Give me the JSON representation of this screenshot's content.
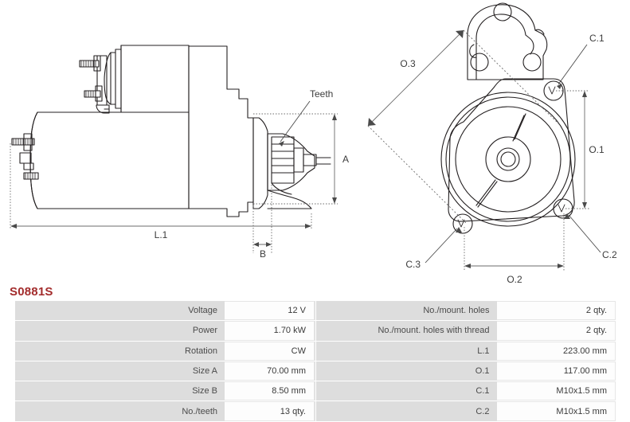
{
  "part": {
    "code": "S0881S",
    "code_color": "#a32c2c"
  },
  "drawings": {
    "left_view": {
      "name": "starter-side-view",
      "labels": {
        "teeth": "Teeth",
        "dim_a": "A",
        "dim_b": "B",
        "dim_l1": "L.1"
      }
    },
    "right_view": {
      "name": "starter-flange-view",
      "labels": {
        "o3": "O.3",
        "o1": "O.1",
        "o2": "O.2",
        "c1": "C.1",
        "c2": "C.2",
        "c3": "C.3"
      }
    }
  },
  "spec_table": {
    "left_rows": [
      {
        "label": "Voltage",
        "value": "12 V"
      },
      {
        "label": "Power",
        "value": "1.70 kW"
      },
      {
        "label": "Rotation",
        "value": "CW"
      },
      {
        "label": "Size A",
        "value": "70.00 mm"
      },
      {
        "label": "Size B",
        "value": "8.50 mm"
      },
      {
        "label": "No./teeth",
        "value": "13 qty."
      }
    ],
    "right_rows": [
      {
        "label": "No./mount. holes",
        "value": "2 qty."
      },
      {
        "label": "No./mount. holes with thread",
        "value": "2 qty."
      },
      {
        "label": "L.1",
        "value": "223.00 mm"
      },
      {
        "label": "O.1",
        "value": "117.00 mm"
      },
      {
        "label": "C.1",
        "value": "M10x1.5 mm"
      },
      {
        "label": "C.2",
        "value": "M10x1.5 mm"
      }
    ]
  },
  "colors": {
    "label_bg": "#dddddd",
    "value_bg": "#fdfdfd",
    "line": "#231f20",
    "text": "#4b4b4b"
  }
}
